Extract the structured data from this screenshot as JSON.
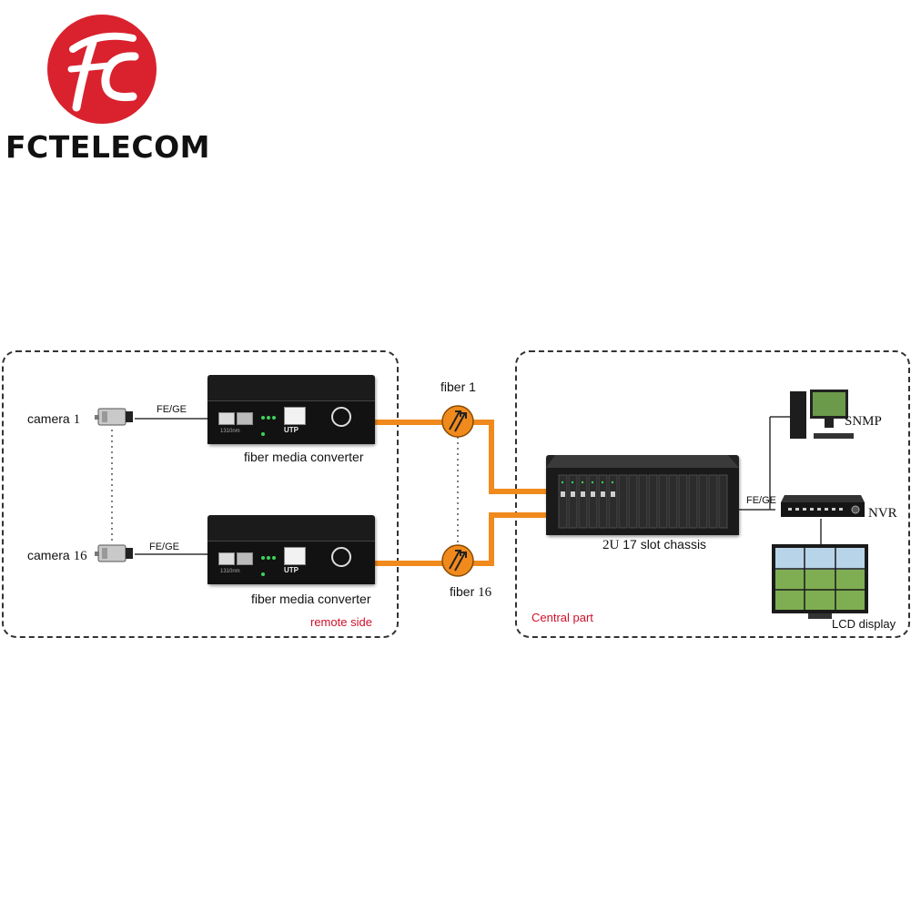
{
  "brand": {
    "name": "FCTELECOM",
    "colors": {
      "logo_red": "#d9222e",
      "fiber_orange": "#f08a1c",
      "accent_red": "#d0102a"
    }
  },
  "diagram": {
    "remote_zone": {
      "label": "remote side"
    },
    "central_zone": {
      "label": "Central part"
    },
    "cameras": [
      {
        "label": "camera",
        "index": "1",
        "link": "FE/GE"
      },
      {
        "label": "camera",
        "index": "16",
        "link": "FE/GE"
      }
    ],
    "converters": [
      {
        "label": "fiber media converter",
        "port_label": "UTP",
        "wavelength": "1310nm"
      },
      {
        "label": "fiber media converter",
        "port_label": "UTP",
        "wavelength": "1310nm"
      }
    ],
    "fibers": [
      {
        "label": "fiber 1"
      },
      {
        "label": "fiber",
        "index": "16"
      }
    ],
    "chassis": {
      "prefix": "2U",
      "label": "17 slot chassis",
      "link": "FE/GE"
    },
    "outputs": [
      {
        "label": "SNMP",
        "icon": "desktop-computer-icon"
      },
      {
        "label": "NVR",
        "icon": "nvr-recorder-icon"
      },
      {
        "label": "LCD display",
        "icon": "lcd-monitor-icon"
      }
    ]
  }
}
